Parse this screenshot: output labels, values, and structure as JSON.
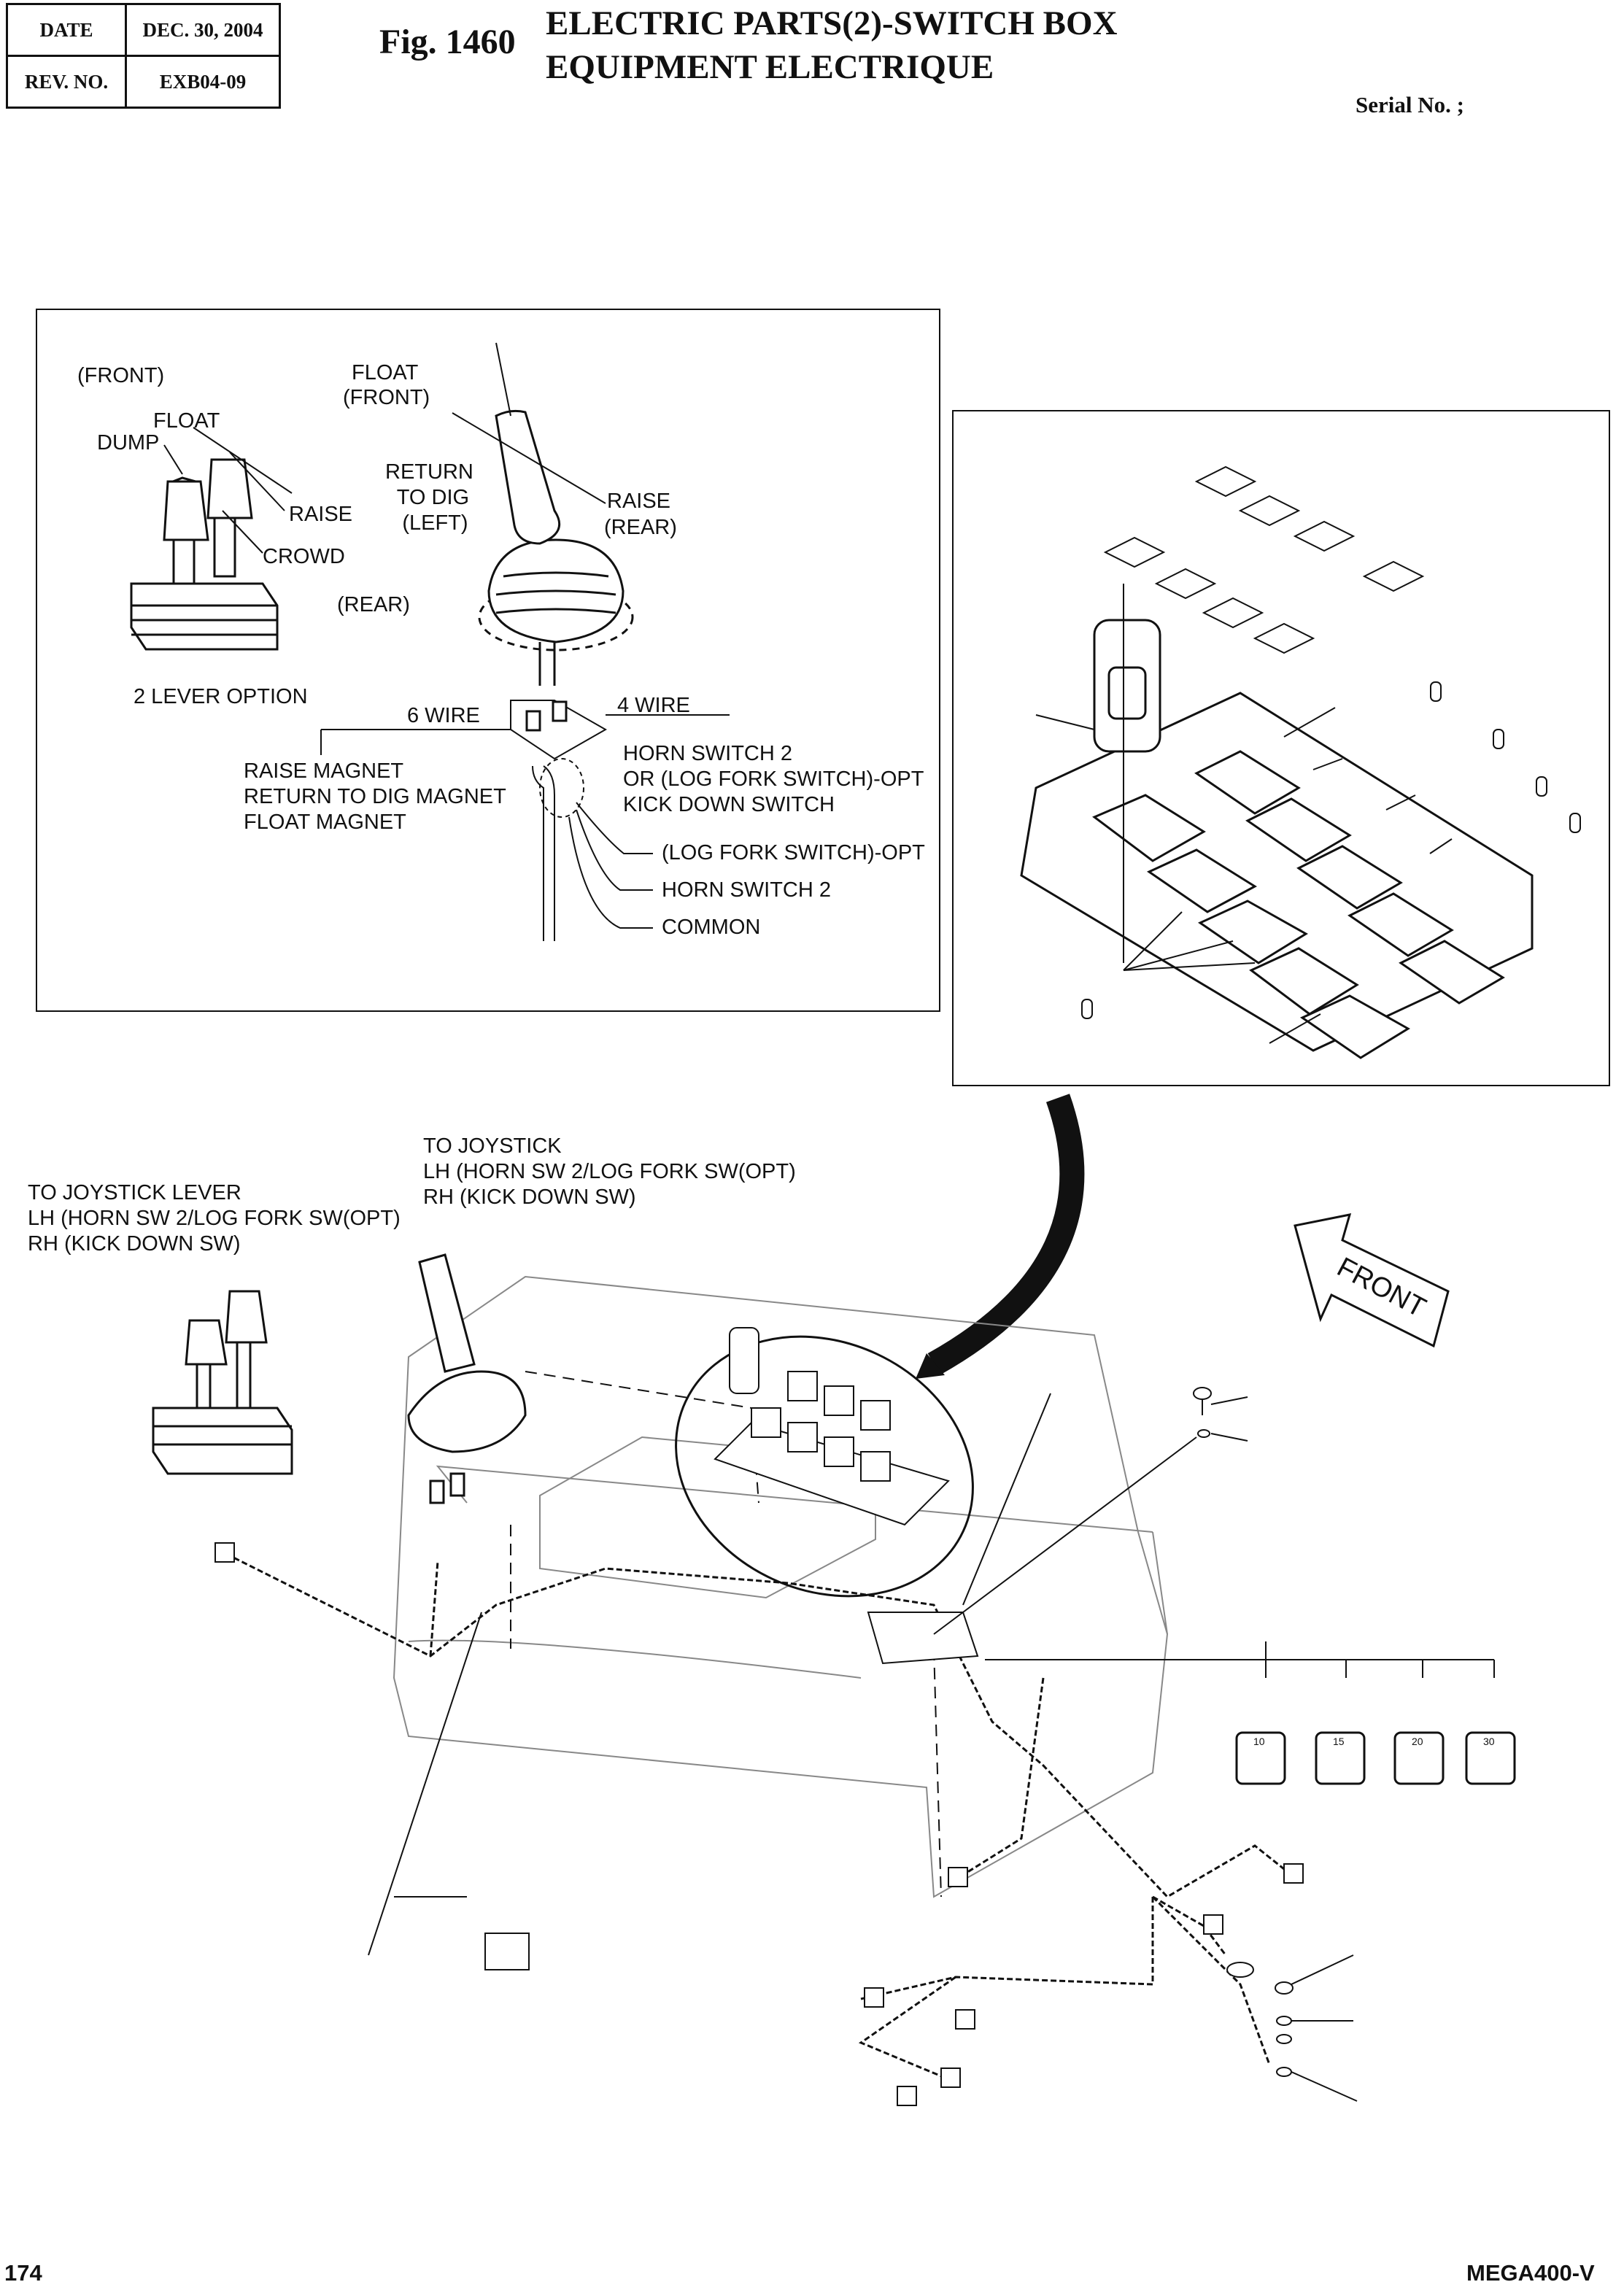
{
  "header": {
    "date_label": "DATE",
    "date_value": "DEC. 30, 2004",
    "rev_label": "REV. NO.",
    "rev_value": "EXB04-09",
    "fig_label": "Fig. 1460",
    "title_line1": "ELECTRIC PARTS(2)-SWITCH BOX",
    "title_line2": "EQUIPMENT ELECTRIQUE",
    "serial": "Serial No. ;"
  },
  "inset_left": {
    "front1": "(FRONT)",
    "float1": "FLOAT",
    "dump": "DUMP",
    "raise1": "RAISE",
    "crowd": "CROWD",
    "rear1": "(REAR)",
    "two_lever": "2 LEVER OPTION",
    "float2": "FLOAT",
    "front2": "(FRONT)",
    "return_line1": "RETURN",
    "return_line2": "TO DIG",
    "return_line3": "(LEFT)",
    "raise2": "RAISE",
    "rear2": "(REAR)",
    "six_wire": "6 WIRE",
    "four_wire": "4 WIRE",
    "magnets": [
      "RAISE MAGNET",
      "RETURN TO DIG MAGNET",
      "FLOAT MAGNET"
    ],
    "horn_block": [
      "HORN SWITCH 2",
      "OR (LOG FORK SWITCH)-OPT",
      "KICK DOWN SWITCH"
    ],
    "log_fork": "(LOG FORK SWITCH)-OPT",
    "horn2": "HORN SWITCH 2",
    "common": "COMMON"
  },
  "main": {
    "to_joystick_lever": [
      "TO JOYSTICK LEVER",
      "LH (HORN SW 2/LOG FORK SW(OPT)",
      "RH (KICK DOWN SW)"
    ],
    "to_joystick": [
      "TO JOYSTICK",
      "LH (HORN SW 2/LOG FORK SW(OPT)",
      "RH (KICK DOWN SW)"
    ],
    "front_arrow": "FRONT",
    "fuse_labels": [
      "10",
      "15",
      "20",
      "30"
    ]
  },
  "footer": {
    "page_number": "174",
    "model": "MEGA400-V"
  }
}
